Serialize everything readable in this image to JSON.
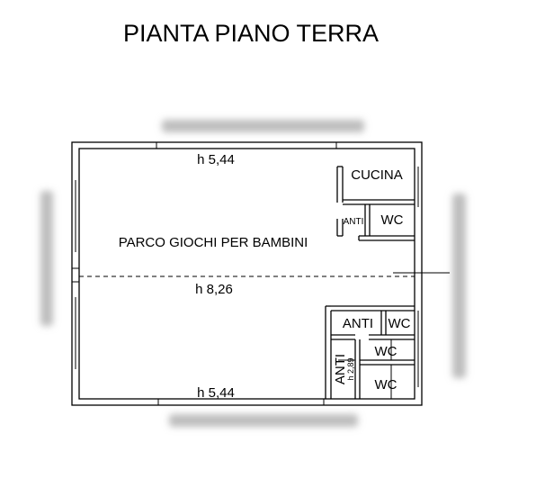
{
  "title": "PIANTA PIANO TERRA",
  "labels": {
    "height_top": "h 5,44",
    "height_middle": "h 8,26",
    "height_bottom": "h 5,44",
    "main_room": "PARCO GIOCHI PER BAMBINI",
    "cucina": "CUCINA",
    "anti_upper": "ANTI",
    "wc_upper": "WC",
    "anti_mid": "ANTI",
    "wc_mid": "WC",
    "wc_lower_1": "WC",
    "anti_vertical": "ANTI",
    "height_small": "h 2,89",
    "wc_lower_2": "WC"
  }
}
